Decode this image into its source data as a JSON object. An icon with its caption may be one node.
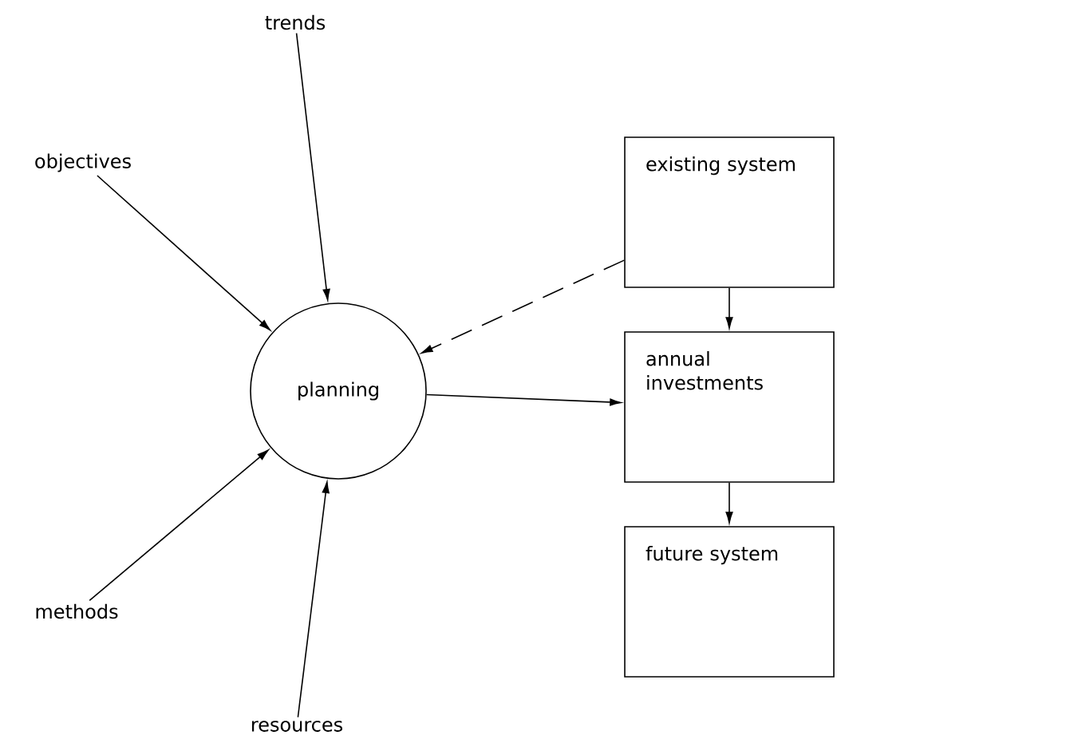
{
  "diagram": {
    "nodes": [
      {
        "text": [
          "trends"
        ]
      },
      {
        "text": [
          "objectives"
        ]
      },
      {
        "text": [
          "planning"
        ]
      },
      {
        "text": [
          "existing system"
        ]
      },
      {
        "text": [
          "annual investments"
        ]
      },
      {
        "text": [
          "future system"
        ]
      },
      {
        "text": [
          "methods"
        ]
      },
      {
        "text": [
          "resources"
        ]
      }
    ],
    "edges": [
      {
        "from": 0,
        "to": 2,
        "arrow": "to"
      },
      {
        "from": 1,
        "to": 2,
        "arrow": "to"
      },
      {
        "from": 3,
        "to": 2,
        "arrow": "to",
        "style": "dashed"
      },
      {
        "from": 2,
        "to": 4,
        "arrow": "to"
      },
      {
        "from": 3,
        "to": 4,
        "arrow": "to"
      },
      {
        "from": 4,
        "to": 5,
        "arrow": "to"
      },
      {
        "from": 6,
        "to": 2,
        "arrow": "to"
      },
      {
        "from": 7,
        "to": 2,
        "arrow": "to"
      }
    ]
  }
}
